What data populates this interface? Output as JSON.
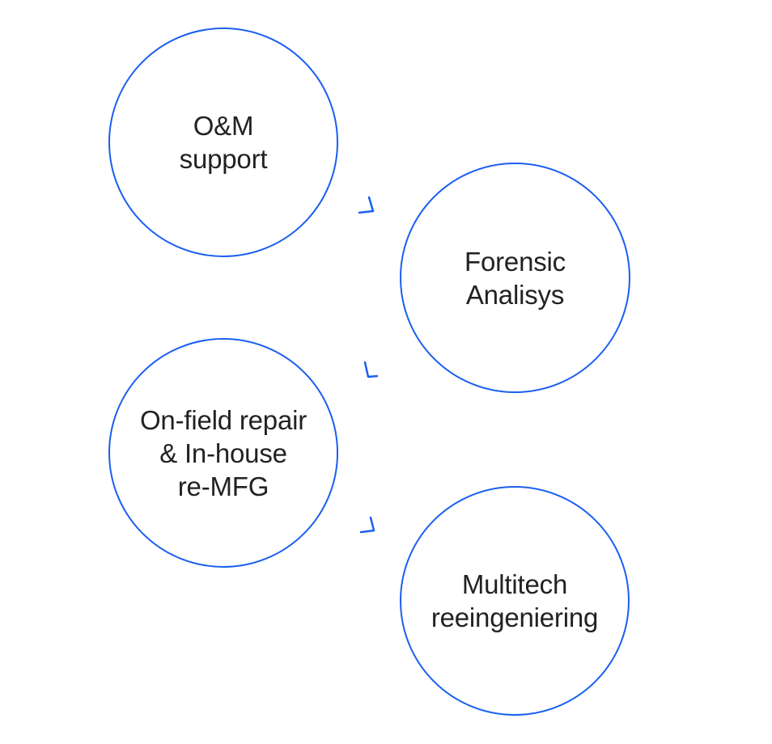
{
  "colors": {
    "accent": "#1a5ff0",
    "text": "#222222",
    "background": "#ffffff"
  },
  "steps": [
    {
      "label": "O&M\nsupport"
    },
    {
      "label": "Forensic\nAnalisys"
    },
    {
      "label": "On-field repair\n& In-house\nre-MFG"
    },
    {
      "label": "Multitech\nreeingeniering"
    }
  ]
}
